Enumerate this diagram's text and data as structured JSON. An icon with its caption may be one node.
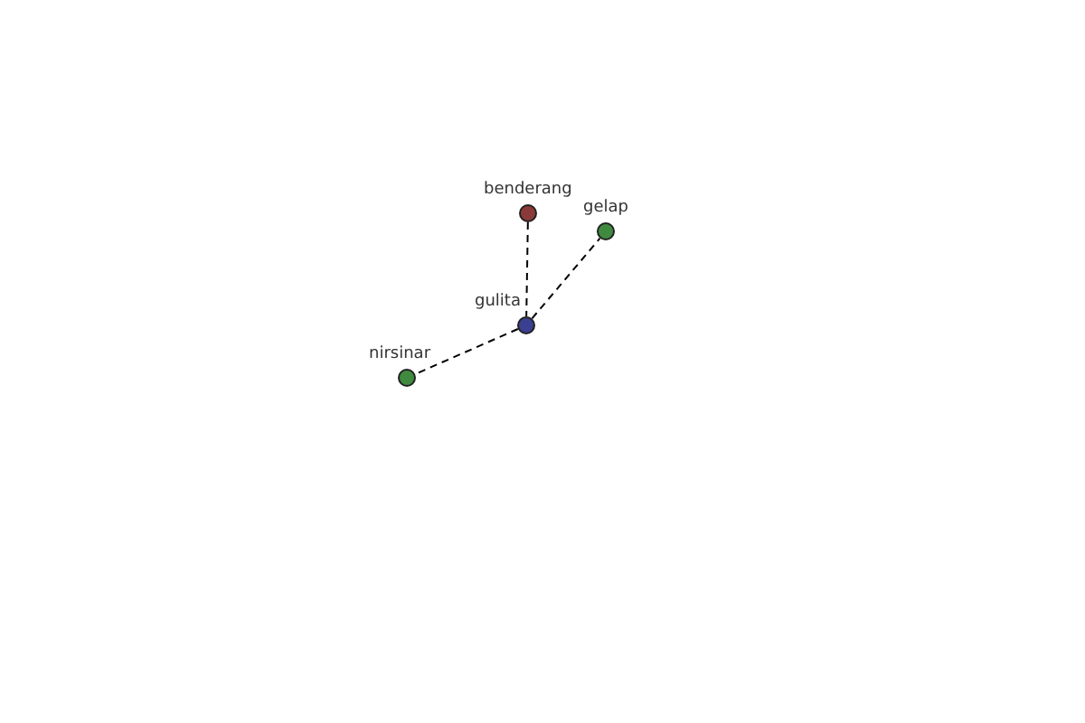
{
  "diagram": {
    "nodes": [
      {
        "text": [
          "benderang"
        ]
      },
      {
        "text": [
          "gelap"
        ]
      },
      {
        "text": [
          "gulita"
        ]
      },
      {
        "text": [
          "nirsinar"
        ]
      }
    ],
    "edges": [
      {
        "from": 0,
        "to": 2,
        "arrow": "none",
        "style": "dashed"
      },
      {
        "from": 2,
        "to": 1,
        "arrow": "none",
        "style": "dashed"
      },
      {
        "from": 2,
        "to": 3,
        "arrow": "none",
        "style": "dashed"
      }
    ]
  }
}
